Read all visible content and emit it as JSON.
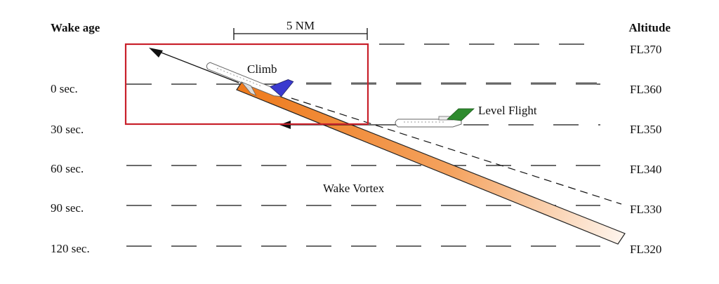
{
  "headers": {
    "wake_age": "Wake age",
    "altitude": "Altitude"
  },
  "distance_label": "5 NM",
  "wake_ages": [
    "0 sec.",
    "30 sec.",
    "60 sec.",
    "90 sec.",
    "120 sec."
  ],
  "altitudes": [
    "FL370",
    "FL360",
    "FL350",
    "FL340",
    "FL330",
    "FL320"
  ],
  "labels": {
    "climb": "Climb",
    "level_flight": "Level Flight",
    "wake_vortex": "Wake Vortex"
  },
  "colors": {
    "box": "#c8202a",
    "vortex_start": "#ee7a1c",
    "vortex_end": "#fdf0e6",
    "climb_tail": "#3a3acf",
    "level_tail": "#2e8b2e"
  }
}
